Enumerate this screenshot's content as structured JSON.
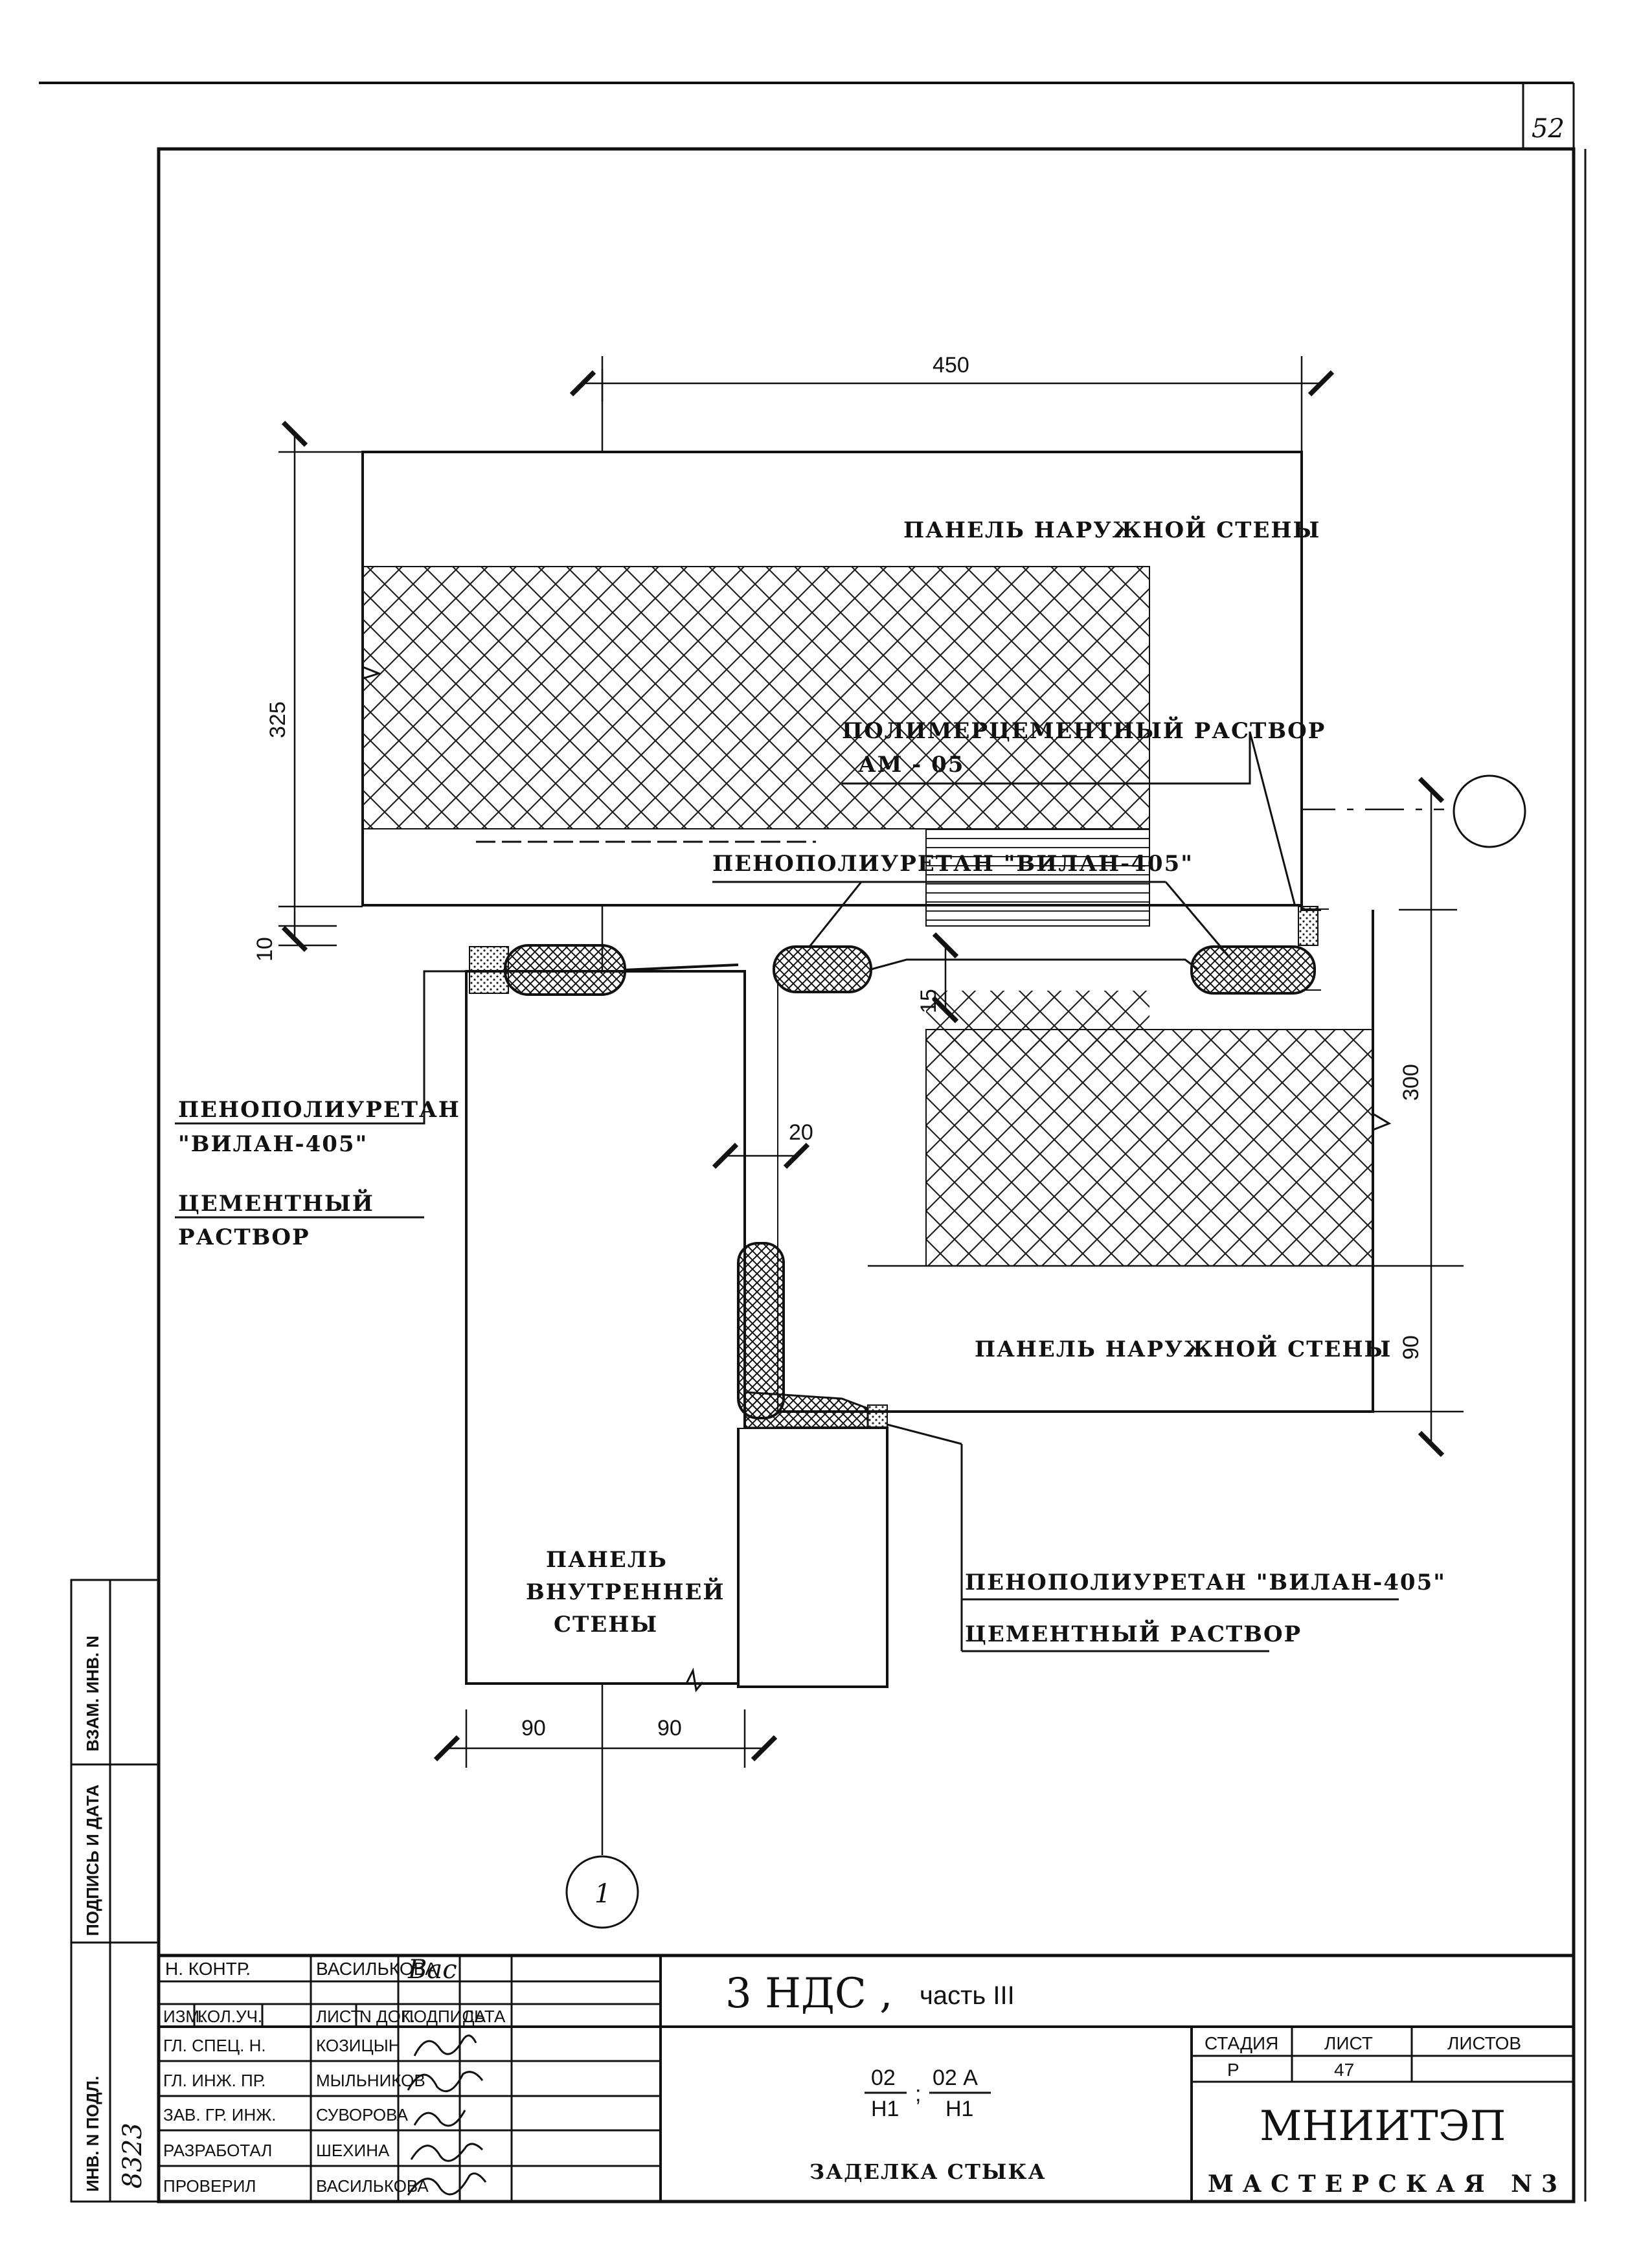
{
  "page": {
    "number": "52"
  },
  "drawing": {
    "labels": {
      "outer_panel_top": "ПАНЕЛЬ НАРУЖНОЙ СТЕНЫ",
      "polymer_mortar": "ПОЛИМЕРЦЕМЕНТНЫЙ РАСТВОР",
      "polymer_mortar_grade": "АМ - 05",
      "foam_center": "ПЕНОПОЛИУРЕТАН \"ВИЛАН-405\"",
      "foam_left_1": "ПЕНОПОЛИУРЕТАН",
      "foam_left_2": "\"ВИЛАН-405\"",
      "mortar_left_1": "ЦЕМЕНТНЫЙ",
      "mortar_left_2": "РАСТВОР",
      "outer_panel_bottom": "ПАНЕЛЬ НАРУЖНОЙ СТЕНЫ",
      "inner_panel_1": "ПАНЕЛЬ",
      "inner_panel_2": "ВНУТРЕННЕЙ",
      "inner_panel_3": "СТЕНЫ",
      "foam_right": "ПЕНОПОЛИУРЕТАН \"ВИЛАН-405\"",
      "mortar_right": "ЦЕМЕНТНЫЙ РАСТВОР"
    },
    "dimensions": {
      "top_width": "450",
      "left_height": "325",
      "gap": "10",
      "foam_gap": "15",
      "joint": "20",
      "right_height": "300",
      "right_bottom": "90",
      "bottom_left": "90",
      "bottom_right": "90"
    },
    "axis_mark": "1"
  },
  "side_stamp": {
    "inv_podl": "ИНВ. N ПОДЛ.",
    "podpis_data": "ПОДПИСЬ И ДАТА",
    "vzam_inv": "ВЗАМ. ИНВ. N",
    "inv_number": "8323"
  },
  "title_block": {
    "project": "3 НДС ,",
    "part": "часть III",
    "control_role": "Н. КОНТР.",
    "control_name": "ВАСИЛЬКОВА",
    "headers": [
      "ИЗМ.",
      "КОЛ.УЧ.",
      "ЛИСТ",
      "N ДОК.",
      "ПОДПИСЬ",
      "ДАТА"
    ],
    "people": [
      {
        "role": "ГЛ. СПЕЦ. Н.",
        "name": "КОЗИЦЫН"
      },
      {
        "role": "ГЛ. ИНЖ. ПР.",
        "name": "МЫЛЬНИКОВ"
      },
      {
        "role": "ЗАВ. ГР. ИНЖ.",
        "name": "СУВОРОВА"
      },
      {
        "role": "РАЗРАБОТАЛ",
        "name": "ШЕХИНА"
      },
      {
        "role": "ПРОВЕРИЛ",
        "name": "ВАСИЛЬКОВА"
      }
    ],
    "code_1_num": "02",
    "code_1_den": "Н1",
    "code_sep": ";",
    "code_2_num": "02 А",
    "code_2_den": "Н1",
    "sheet_title": "ЗАДЕЛКА СТЫКА",
    "stage_header": "СТАДИЯ",
    "sheet_header": "ЛИСТ",
    "sheets_header": "ЛИСТОВ",
    "stage": "Р",
    "sheet": "47",
    "sheets": "",
    "org": "МНИИТЭП",
    "workshop": "МАСТЕРСКАЯ N3"
  }
}
